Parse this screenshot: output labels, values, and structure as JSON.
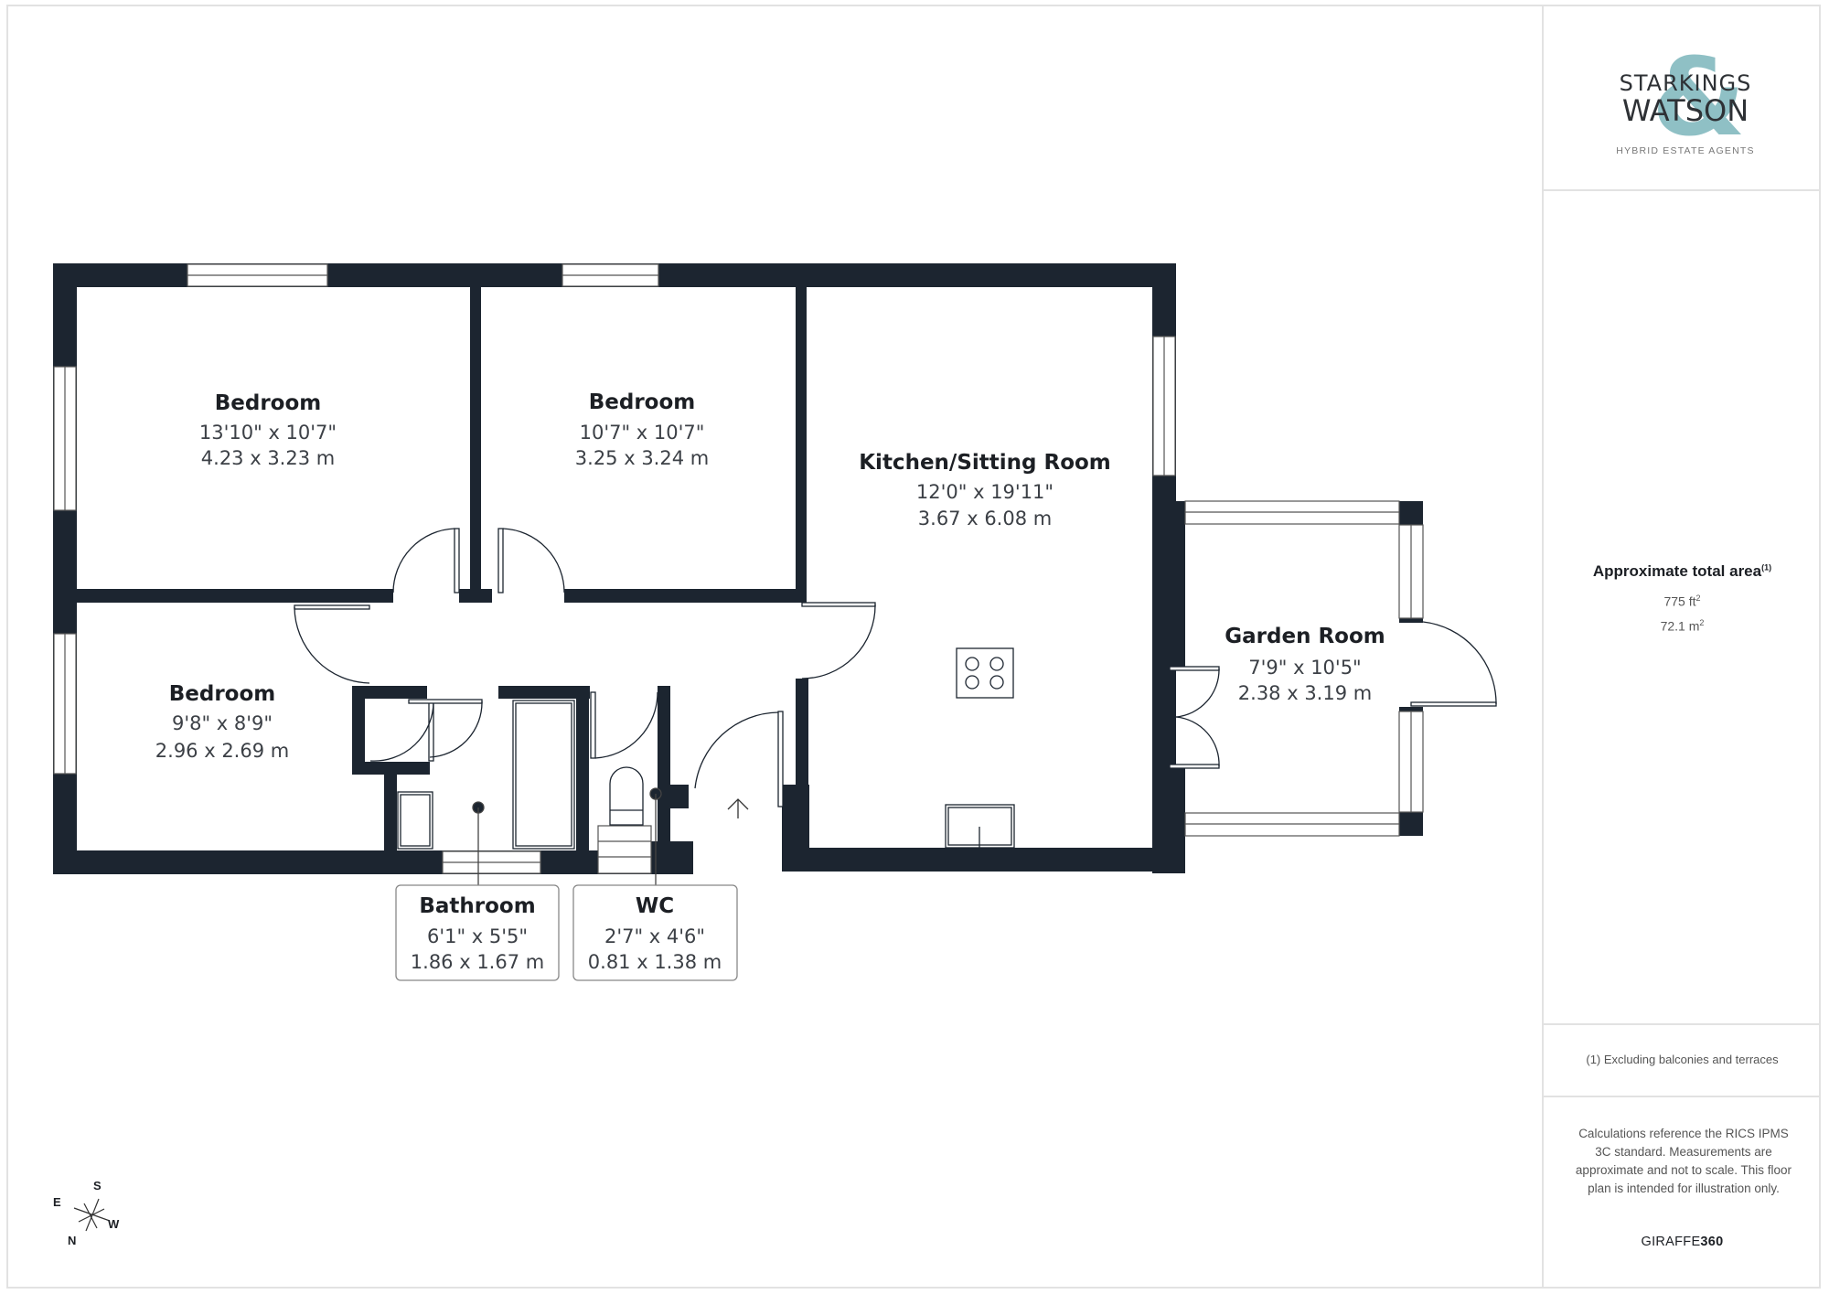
{
  "rooms": [
    {
      "name": "Bedroom",
      "imperial": "13'10\" x 10'7\"",
      "metric": "4.23 x 3.23 m"
    },
    {
      "name": "Bedroom",
      "imperial": "10'7\" x 10'7\"",
      "metric": "3.25 x 3.24 m"
    },
    {
      "name": "Kitchen/Sitting Room",
      "imperial": "12'0\" x 19'11\"",
      "metric": "3.67 x 6.08 m"
    },
    {
      "name": "Bedroom",
      "imperial": "9'8\" x 8'9\"",
      "metric": "2.96 x 2.69 m"
    },
    {
      "name": "Garden Room",
      "imperial": "7'9\" x 10'5\"",
      "metric": "2.38 x 3.19 m"
    },
    {
      "name": "Bathroom",
      "imperial": "6'1\" x 5'5\"",
      "metric": "1.86 x 1.67 m"
    },
    {
      "name": "WC",
      "imperial": "2'7\" x 4'6\"",
      "metric": "0.81 x 1.38 m"
    }
  ],
  "compass": {
    "n": "N",
    "s": "S",
    "e": "E",
    "w": "W"
  },
  "sidebar": {
    "logo": {
      "line1": "STARKINGS",
      "line2": "WATSON",
      "ampersand": "&",
      "tagline": "HYBRID ESTATE AGENTS",
      "accent_color": "#8fc0c5"
    },
    "area": {
      "title": "Approximate total area",
      "footnote_marker": "(1)",
      "imperial": "775 ft",
      "imperial_unit_sup": "2",
      "metric": "72.1 m",
      "metric_unit_sup": "2"
    },
    "footnote": "(1) Excluding balconies and terraces",
    "disclaimer": "Calculations reference the RICS IPMS 3C standard. Measurements are approximate and not to scale. This floor plan is intended for illustration only.",
    "brand": {
      "light": "GIRAFFE",
      "bold": "360"
    }
  },
  "colors": {
    "wall": "#1c2530",
    "frame": "#e2e2e2"
  }
}
